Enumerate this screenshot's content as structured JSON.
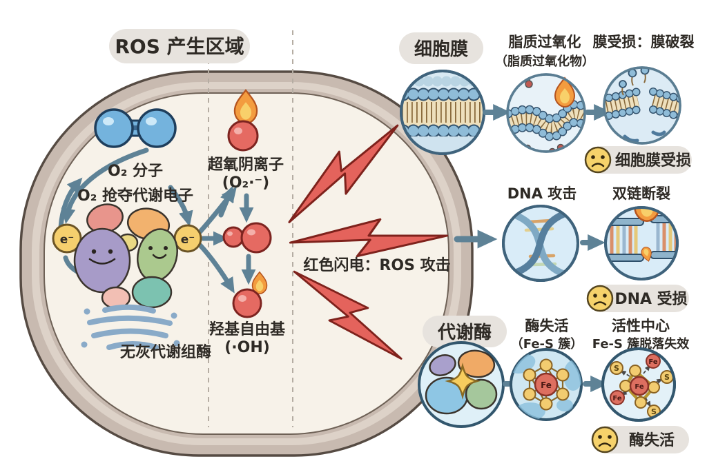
{
  "title": "ROS 产生区域",
  "cell": {
    "o2_label": "O₂ 分子",
    "o2_steal": "O₂ 抢夺代谢电子",
    "electron": "e⁻",
    "enzyme_caption": "无灰代谢组酶"
  },
  "ros": {
    "superoxide_name": "超氧阴离子",
    "superoxide_formula": "(O₂·⁻)",
    "hydroxyl_name": "羟基自由基",
    "hydroxyl_formula": "(·OH)",
    "lightning_caption": "红色闪电：ROS 攻击"
  },
  "membrane": {
    "label": "细胞膜",
    "step2": "脂质过氧化",
    "step2_sub": "（脂质过氧化物）",
    "step3": "膜受损：膜破裂",
    "result": "细胞膜受损"
  },
  "dna": {
    "step1": "DNA 攻击",
    "step2": "双链断裂",
    "result": "DNA 受损"
  },
  "enzyme": {
    "label": "代谢酶",
    "step2": "酶失活",
    "step2_sub": "（Fe-S 簇）",
    "step3_line1": "活性中心",
    "step3_line2": "Fe-S 簇脱落失效",
    "result": "酶失活"
  },
  "cluster": {
    "fe": "Fe",
    "s": "S"
  },
  "colors": {
    "cell_wall": "#c8bab0",
    "cell_inner": "#f7f2e9",
    "ros_red": "#e4635c",
    "arrow_blue": "#5e8296",
    "face_yellow": "#f6d26b",
    "pill_gray": "#e7e3de",
    "text": "#2e2a25"
  }
}
